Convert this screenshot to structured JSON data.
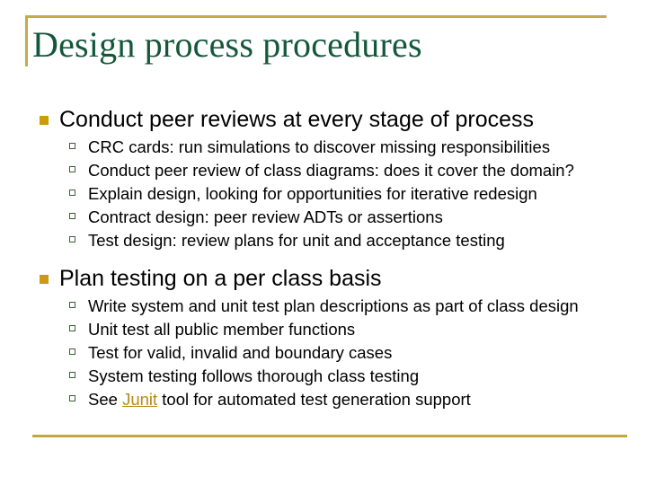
{
  "slide": {
    "title": "Design process procedures",
    "accent_gold": "#c2ad4b",
    "bullet_gold": "#cc9a0b",
    "title_green": "#14573a",
    "sub_bullet_green": "#3b5f3b",
    "link_gold": "#b5891a",
    "background": "#ffffff",
    "marker_level1": "filled-square-bullet",
    "marker_level2": "hollow-square-bullet",
    "groups": [
      {
        "heading": "Conduct peer reviews at every stage of process",
        "items": [
          {
            "text": "CRC cards: run simulations to discover missing responsibilities"
          },
          {
            "text": "Conduct peer review of class diagrams: does it cover the domain?"
          },
          {
            "text": "Explain design, looking for opportunities for iterative redesign"
          },
          {
            "text": "Contract design:  peer review ADTs or assertions"
          },
          {
            "text": "Test design: review plans for unit and acceptance testing"
          }
        ]
      },
      {
        "heading": "Plan testing on a per class basis",
        "items": [
          {
            "text": "Write system and unit test plan descriptions as part of class design"
          },
          {
            "text": "Unit test all public member functions"
          },
          {
            "text": "Test for valid, invalid and boundary cases"
          },
          {
            "text": "System testing follows thorough class testing"
          },
          {
            "prefix": "See ",
            "link": "Junit",
            "suffix": " tool for automated test generation support"
          }
        ]
      }
    ]
  }
}
